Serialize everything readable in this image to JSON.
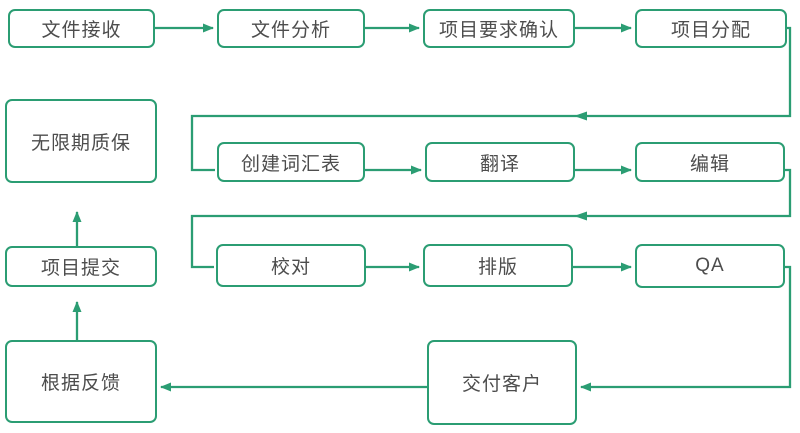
{
  "diagram": {
    "type": "flowchart",
    "title": "translation-project-workflow",
    "colors": {
      "accent": "#2B9D73",
      "node_fill": "#FFFFFF",
      "text": "#4D4D4D",
      "background": "#FFFFFF"
    },
    "nodes": [
      {
        "id": "receive",
        "label": "文件接收"
      },
      {
        "id": "analyze",
        "label": "文件分析"
      },
      {
        "id": "confirm",
        "label": "项目要求确认"
      },
      {
        "id": "assign",
        "label": "项目分配"
      },
      {
        "id": "glossary",
        "label": "创建词汇表"
      },
      {
        "id": "translate",
        "label": "翻译"
      },
      {
        "id": "edit",
        "label": "编辑"
      },
      {
        "id": "proofread",
        "label": "校对"
      },
      {
        "id": "typeset",
        "label": "排版"
      },
      {
        "id": "qa",
        "label": "QA"
      },
      {
        "id": "deliver",
        "label": "交付客户"
      },
      {
        "id": "feedback",
        "label": "根据反馈"
      },
      {
        "id": "submit",
        "label": "项目提交"
      },
      {
        "id": "warranty",
        "label": "无限期质保"
      }
    ],
    "edges": [
      {
        "from": "receive",
        "to": "analyze"
      },
      {
        "from": "analyze",
        "to": "confirm"
      },
      {
        "from": "confirm",
        "to": "assign"
      },
      {
        "from": "assign",
        "to": "glossary"
      },
      {
        "from": "glossary",
        "to": "translate"
      },
      {
        "from": "translate",
        "to": "edit"
      },
      {
        "from": "edit",
        "to": "proofread"
      },
      {
        "from": "proofread",
        "to": "typeset"
      },
      {
        "from": "typeset",
        "to": "qa"
      },
      {
        "from": "qa",
        "to": "deliver"
      },
      {
        "from": "deliver",
        "to": "feedback"
      },
      {
        "from": "feedback",
        "to": "submit"
      },
      {
        "from": "submit",
        "to": "warranty"
      }
    ]
  }
}
